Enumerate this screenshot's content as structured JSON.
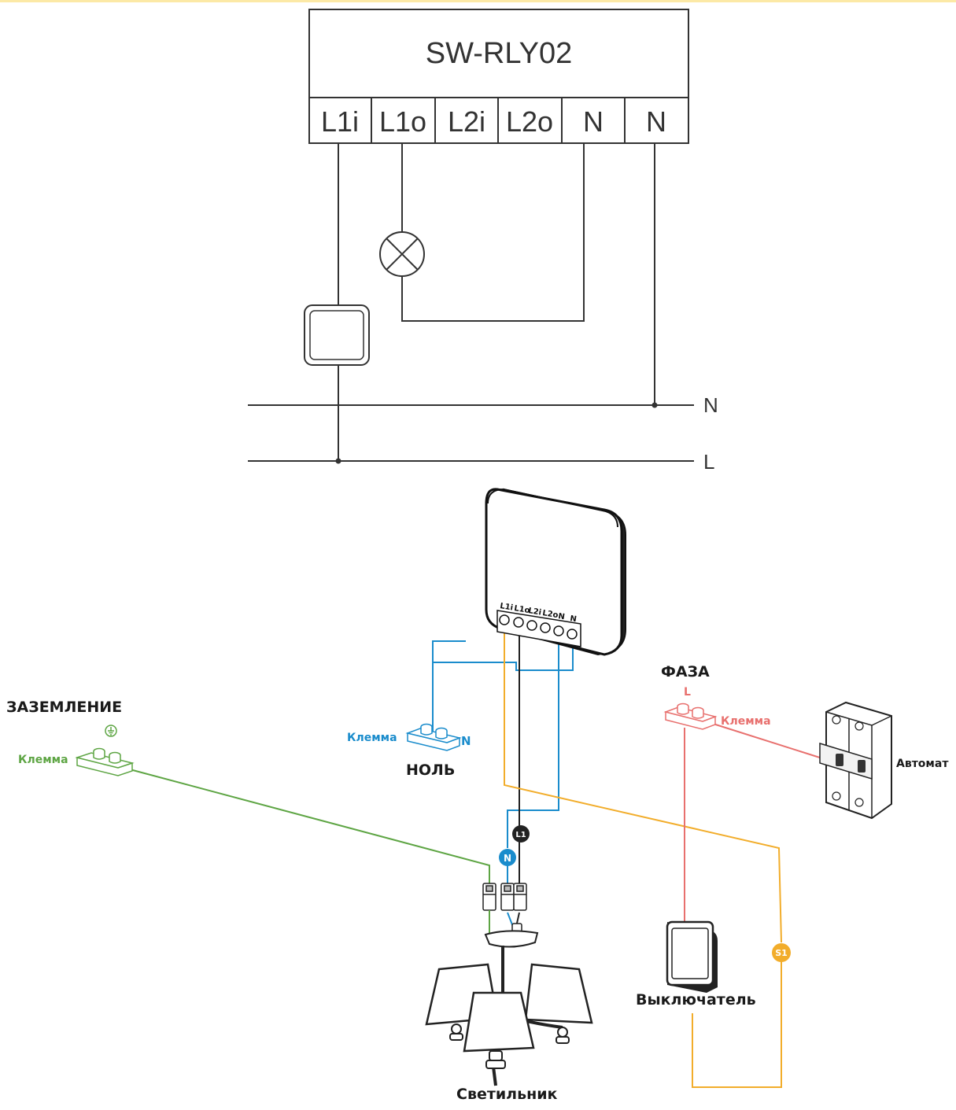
{
  "schematic": {
    "device_name": "SW-RLY02",
    "terminals": [
      "L1i",
      "L1o",
      "L2i",
      "L2o",
      "N",
      "N"
    ],
    "rail_n_label": "N",
    "rail_l_label": "L"
  },
  "wiring": {
    "device_terminals": [
      "L1i",
      "L1o",
      "L2i",
      "L2o",
      "N",
      "N"
    ],
    "ground_title": "ЗАЗЕМЛЕНИЕ",
    "ground_terminal_label": "Клемма",
    "neutral_terminal_label": "Клемма",
    "neutral_terminal_letter": "N",
    "neutral_title": "НОЛЬ",
    "phase_title": "ФАЗА",
    "phase_letter": "L",
    "phase_terminal_label": "Клемма",
    "breaker_label": "Автомат",
    "switch_label": "Выключатель",
    "lamp_label": "Светильник",
    "badge_n": "N",
    "badge_l1": "L1",
    "badge_s1": "S1"
  },
  "colors": {
    "line": "#222222",
    "neutral": "#1a8ccc",
    "ground": "#5ea544",
    "phase": "#e8706e",
    "switched": "#f2ad2b",
    "l1_wire": "#222222",
    "top_border": "#fce9a6"
  }
}
